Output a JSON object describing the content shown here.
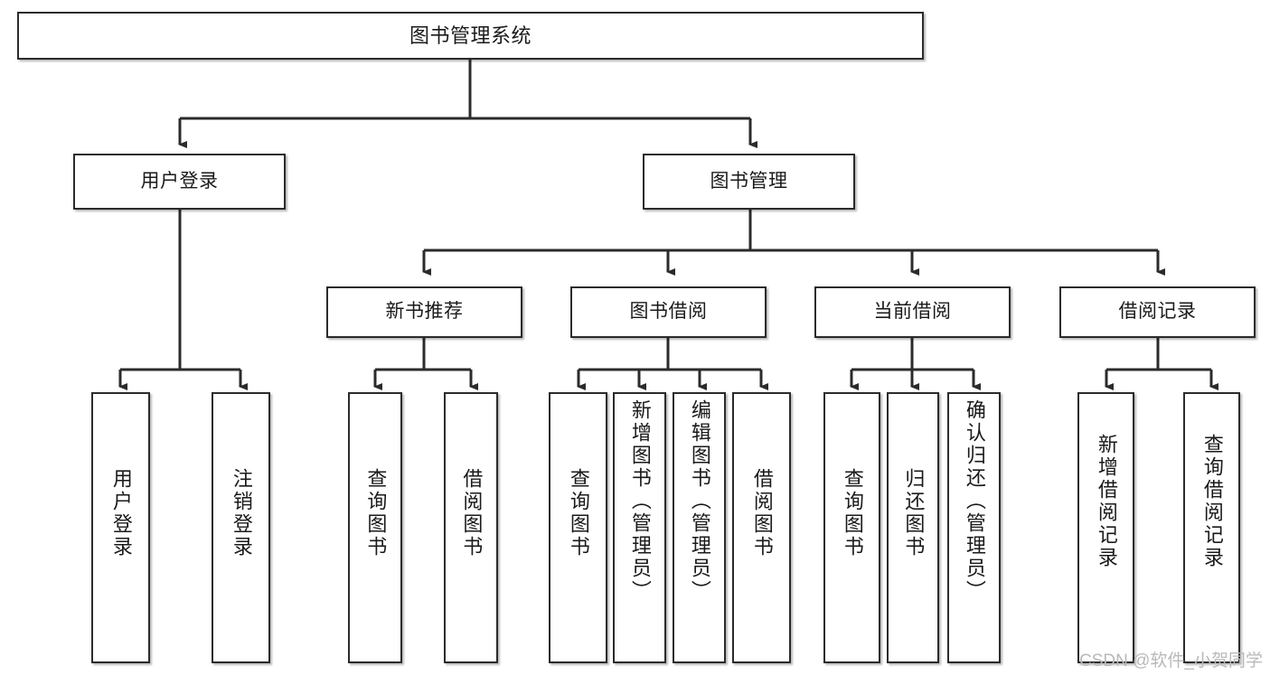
{
  "diagram": {
    "title": "图书管理系统",
    "type": "tree",
    "watermark": "CSDN @软件_小贺同学",
    "colors": {
      "node_border": "#2b2b2b",
      "node_fill": "#ffffff",
      "edge": "#2b2b2b",
      "text": "#1a1a1a",
      "watermark": "#b9b9b9"
    },
    "nodes": {
      "root": {
        "label": "图书管理系统"
      },
      "level2": [
        {
          "id": "user-login",
          "label": "用户登录"
        },
        {
          "id": "book-manage",
          "label": "图书管理"
        }
      ],
      "level3": [
        {
          "id": "new-book-recommend",
          "label": "新书推荐"
        },
        {
          "id": "book-borrow",
          "label": "图书借阅"
        },
        {
          "id": "current-borrow",
          "label": "当前借阅"
        },
        {
          "id": "borrow-record",
          "label": "借阅记录"
        }
      ],
      "leaves": {
        "user-login": [
          {
            "id": "leaf-user-login",
            "label": "用户登录"
          },
          {
            "id": "leaf-logout",
            "label": "注销登录"
          }
        ],
        "new-book-recommend": [
          {
            "id": "leaf-query-book-1",
            "label": "查询图书"
          },
          {
            "id": "leaf-borrow-book-1",
            "label": "借阅图书"
          }
        ],
        "book-borrow": [
          {
            "id": "leaf-query-book-2",
            "label": "查询图书"
          },
          {
            "id": "leaf-add-book",
            "label": "新增图书（管理员）"
          },
          {
            "id": "leaf-edit-book",
            "label": "编辑图书（管理员）"
          },
          {
            "id": "leaf-borrow-book-2",
            "label": "借阅图书"
          }
        ],
        "current-borrow": [
          {
            "id": "leaf-query-book-3",
            "label": "查询图书"
          },
          {
            "id": "leaf-return-book",
            "label": "归还图书"
          },
          {
            "id": "leaf-confirm-return",
            "label": "确认归还（管理员）"
          }
        ],
        "borrow-record": [
          {
            "id": "leaf-add-record",
            "label": "新增借阅记录"
          },
          {
            "id": "leaf-query-record",
            "label": "查询借阅记录"
          }
        ]
      }
    }
  }
}
